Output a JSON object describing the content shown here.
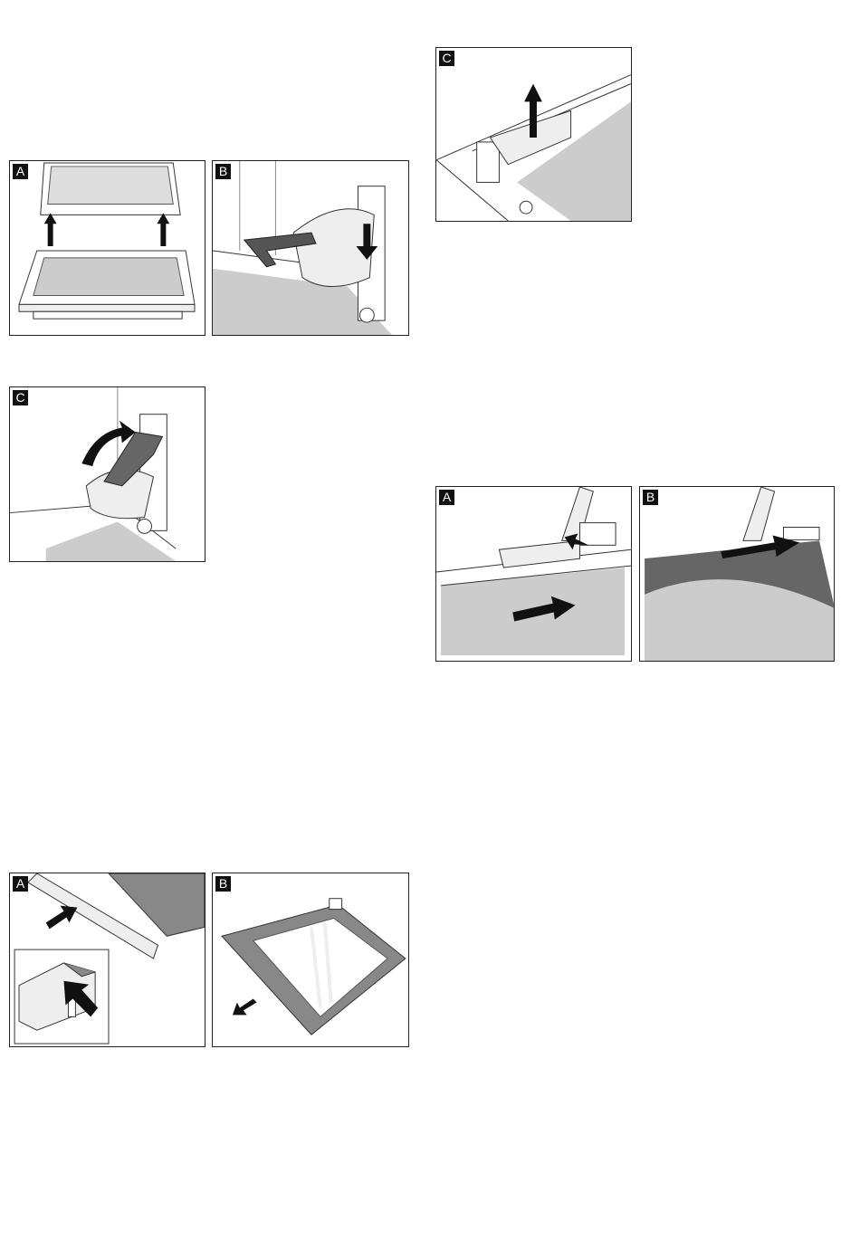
{
  "figures": [
    {
      "id": "fig1",
      "panels": [
        {
          "label": "A"
        },
        {
          "label": "B"
        },
        {
          "label": "C"
        }
      ]
    },
    {
      "id": "fig2",
      "panels": [
        {
          "label": "C"
        }
      ]
    },
    {
      "id": "fig3",
      "panels": [
        {
          "label": "A"
        },
        {
          "label": "B"
        }
      ]
    },
    {
      "id": "fig4",
      "panels": [
        {
          "label": "A"
        },
        {
          "label": "B"
        }
      ]
    }
  ]
}
